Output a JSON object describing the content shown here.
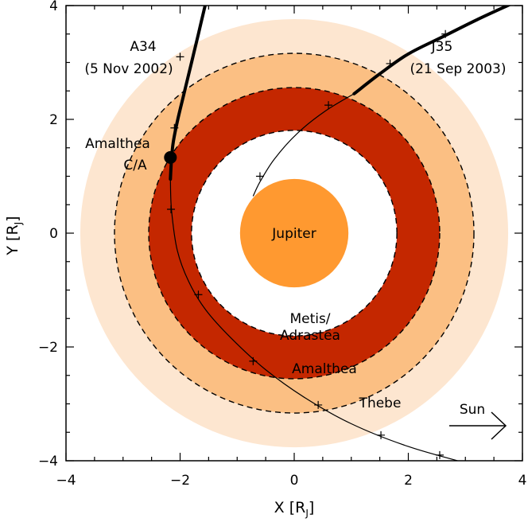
{
  "chart_data": {
    "type": "scatter",
    "x_range": [
      -4,
      4
    ],
    "y_range": [
      -4,
      4
    ],
    "xticks": [
      -4,
      -2,
      0,
      2,
      4
    ],
    "yticks": [
      -4,
      -2,
      0,
      2,
      4
    ],
    "xlabel_main": "X [R",
    "xlabel_sub": "J",
    "xlabel_close": "]",
    "ylabel_main": "Y [R",
    "ylabel_sub": "J",
    "ylabel_close": "]",
    "rings": [
      {
        "name": "Thebe",
        "r_inner": 2.55,
        "r_outer": 3.75,
        "color": "#FDE6D0"
      },
      {
        "name": "Thebe",
        "r_inner": 2.55,
        "r_outer": 3.15,
        "color": "#FBBF83"
      },
      {
        "name": "Amalthea",
        "r_inner": 1.8,
        "r_outer": 2.55,
        "color": "#C42700"
      }
    ],
    "dashed_circles": [
      1.8,
      2.55,
      3.15
    ],
    "jupiter": {
      "radius": 0.95,
      "color": "#FF9930",
      "label": "Jupiter"
    },
    "ring_labels": {
      "metis_line1": "Metis/",
      "metis_line2": "Adrastea",
      "amalthea": "Amalthea",
      "thebe": "Thebe"
    },
    "trajectories": [
      {
        "name": "A34",
        "date": "(5 Nov 2002)",
        "thick_points": [
          [
            -1.55,
            4.05
          ],
          [
            -1.68,
            3.5
          ],
          [
            -1.8,
            3.0
          ],
          [
            -1.92,
            2.5
          ],
          [
            -2.04,
            2.0
          ],
          [
            -2.12,
            1.6
          ],
          [
            -2.15,
            1.3
          ],
          [
            -2.17,
            0.95
          ]
        ],
        "thin_points": [
          [
            -2.17,
            0.95
          ],
          [
            -2.15,
            0.4
          ],
          [
            -2.05,
            -0.3
          ],
          [
            -1.85,
            -0.85
          ],
          [
            -1.55,
            -1.35
          ],
          [
            -1.1,
            -1.85
          ],
          [
            -0.5,
            -2.4
          ],
          [
            0.2,
            -2.9
          ],
          [
            1.0,
            -3.35
          ],
          [
            2.0,
            -3.75
          ],
          [
            3.05,
            -4.05
          ]
        ],
        "ticks": [
          [
            -2.0,
            3.1
          ],
          [
            -2.1,
            1.85
          ],
          [
            -2.16,
            0.42
          ],
          [
            -1.68,
            -1.08
          ],
          [
            -0.72,
            -2.25
          ],
          [
            0.42,
            -3.02
          ],
          [
            1.52,
            -3.55
          ],
          [
            2.55,
            -3.9
          ]
        ]
      },
      {
        "name": "J35",
        "date": "(21 Sep 2003)",
        "thick_points": [
          [
            3.85,
            4.05
          ],
          [
            3.2,
            3.75
          ],
          [
            2.6,
            3.45
          ],
          [
            2.0,
            3.15
          ],
          [
            1.5,
            2.8
          ],
          [
            1.05,
            2.45
          ]
        ],
        "thin_points": [
          [
            1.05,
            2.45
          ],
          [
            0.55,
            2.15
          ],
          [
            0.05,
            1.75
          ],
          [
            -0.35,
            1.3
          ],
          [
            -0.6,
            0.9
          ],
          [
            -0.72,
            0.65
          ]
        ],
        "ticks": [
          [
            2.65,
            3.5
          ],
          [
            1.68,
            2.98
          ],
          [
            0.6,
            2.25
          ],
          [
            -0.6,
            1.0
          ]
        ]
      }
    ],
    "closest_approach": {
      "x": -2.17,
      "y": 1.33,
      "label_line1": "Amalthea",
      "label_line2": "C/A"
    },
    "sun_label": "Sun"
  }
}
